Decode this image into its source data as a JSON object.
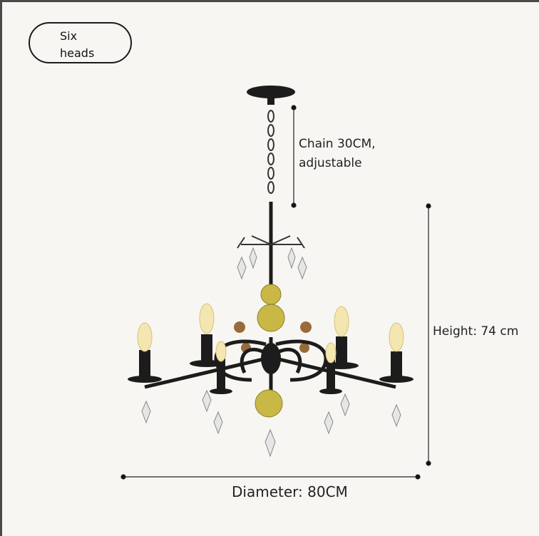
{
  "badge": {
    "line1": "Six",
    "line2": "heads"
  },
  "dimensions": {
    "chain_line1": "Chain 30CM,",
    "chain_line2": "adjustable",
    "height": "Height: 74 cm",
    "diameter": "Diameter: 80CM"
  },
  "colors": {
    "background": "#f7f6f2",
    "metal": "#1c1c1c",
    "amber_glass": "#c9b845",
    "bulb": "#f3e6b0"
  }
}
